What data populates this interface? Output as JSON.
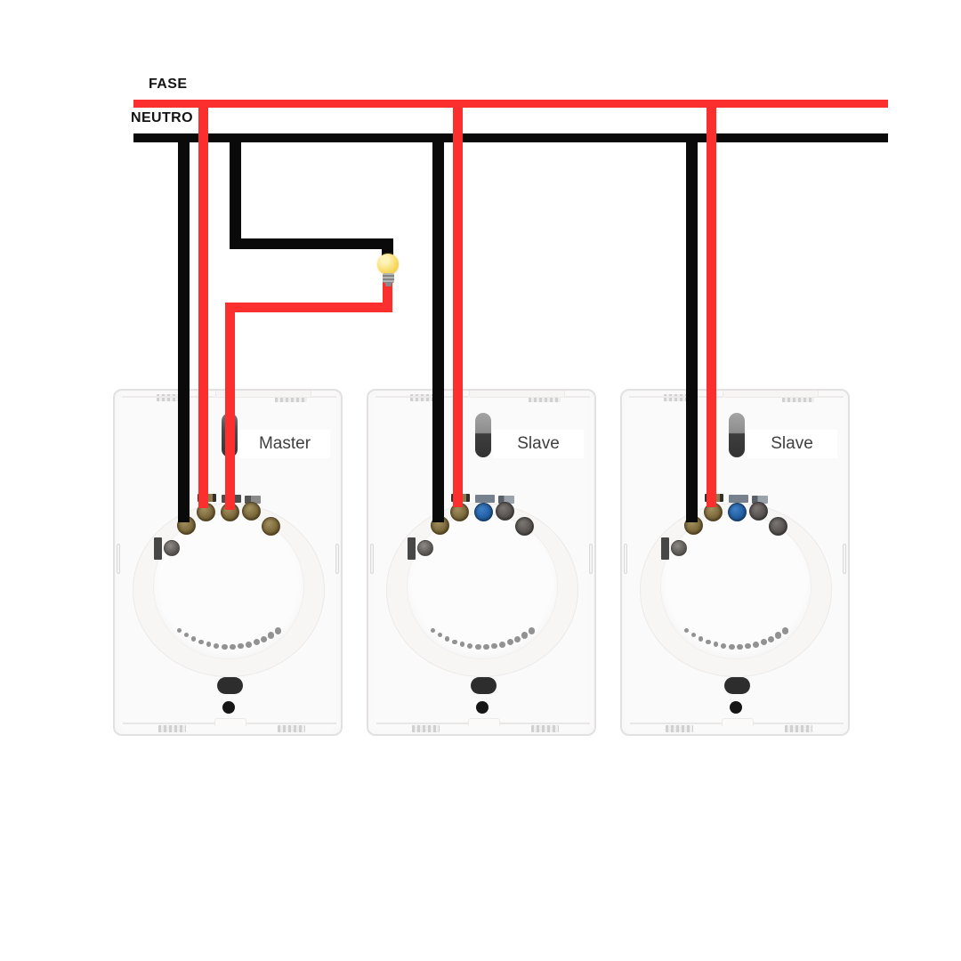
{
  "bus": {
    "fase": {
      "label": "FASE"
    },
    "neutro": {
      "label": "NEUTRO"
    }
  },
  "switches": [
    {
      "label": "Master",
      "role": "master"
    },
    {
      "label": "Slave",
      "role": "slave"
    },
    {
      "label": "Slave",
      "role": "slave"
    }
  ],
  "bulb": {
    "name": "light-bulb"
  },
  "connections": [
    {
      "color": "black",
      "from": "neutro-bus",
      "to": "master-terminal-1"
    },
    {
      "color": "black",
      "from": "neutro-bus",
      "to": "lamp"
    },
    {
      "color": "red",
      "from": "fase-bus",
      "to": "master-terminal-2"
    },
    {
      "color": "red",
      "from": "lamp",
      "to": "master-terminal-3"
    },
    {
      "color": "black",
      "from": "neutro-bus",
      "to": "slave-1-terminal-1"
    },
    {
      "color": "red",
      "from": "fase-bus",
      "to": "slave-1-terminal-2"
    },
    {
      "color": "black",
      "from": "neutro-bus",
      "to": "slave-2-terminal-1"
    },
    {
      "color": "red",
      "from": "fase-bus",
      "to": "slave-2-terminal-2"
    }
  ],
  "colors": {
    "wire_red": "#fb2f2d",
    "wire_black": "#0a0a0a",
    "screw_blue": "#2261a8",
    "bulb_yellow": "#f6d75c",
    "bulb_yellow_light": "#fdf3b8",
    "body_white": "#fbfafa",
    "body_border": "#e2e0e0",
    "detail_dark": "#2d2d2d",
    "label_text": "#3f3f3f",
    "dot_gray": "#7f7f7f"
  },
  "decor": {
    "dots_count": 14
  }
}
